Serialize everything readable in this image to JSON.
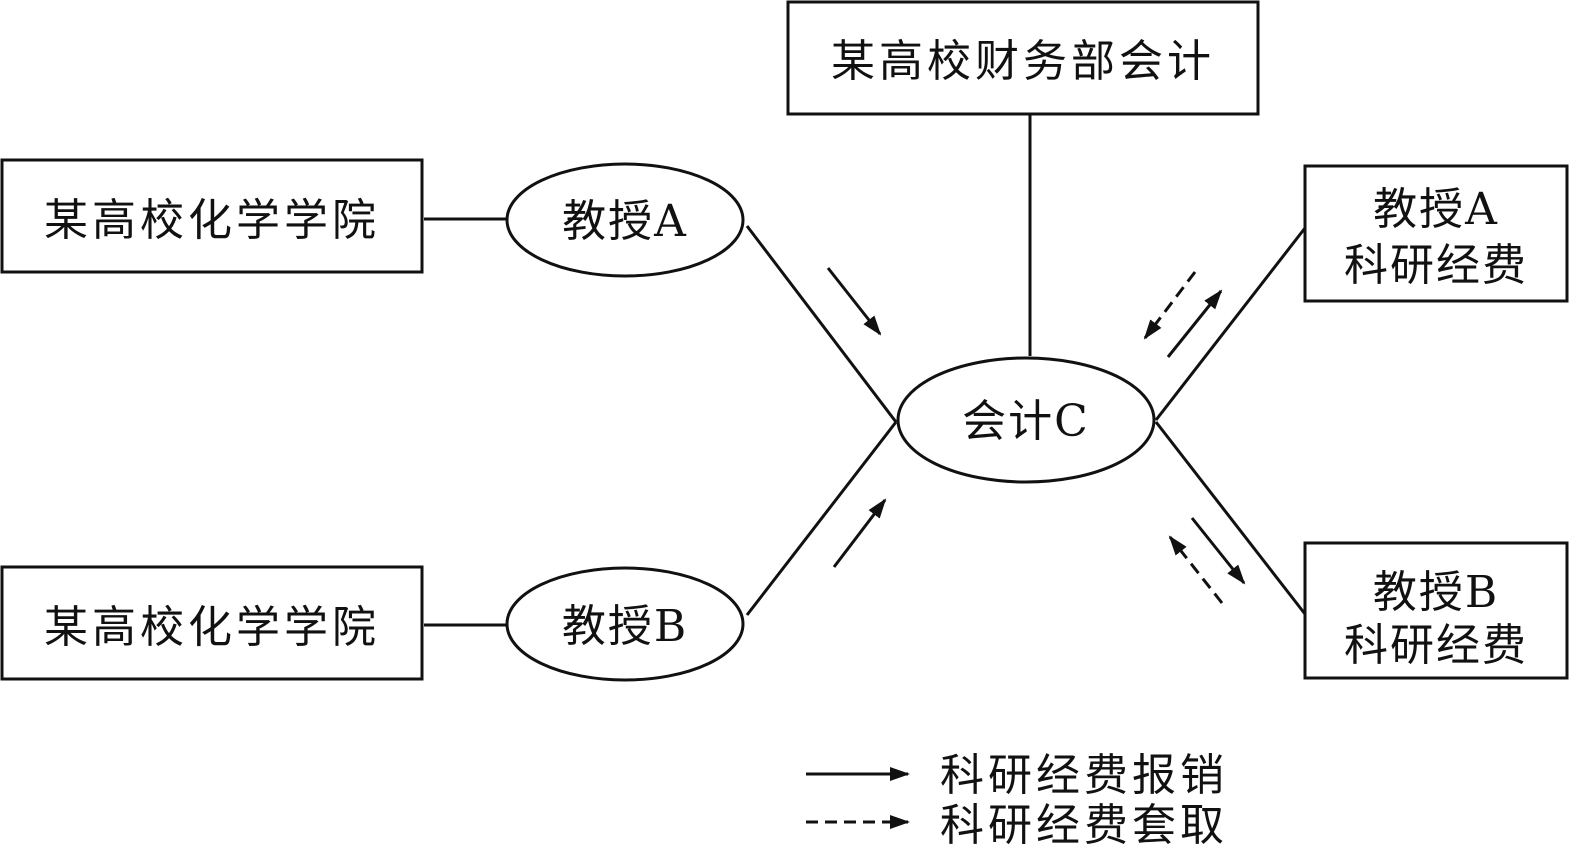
{
  "nodes": {
    "finance_dept": "某高校财务部会计",
    "college_top": "某高校化学学院",
    "college_bottom": "某高校化学学院",
    "prof_a": "教授A",
    "prof_b": "教授B",
    "accountant_c": "会计C",
    "fund_a_line1": "教授A",
    "fund_a_line2": "科研经费",
    "fund_b_line1": "教授B",
    "fund_b_line2": "科研经费"
  },
  "legend": {
    "solid": "科研经费报销",
    "dashed": "科研经费套取"
  },
  "colors": {
    "stroke": "#111111",
    "background": "#ffffff"
  }
}
